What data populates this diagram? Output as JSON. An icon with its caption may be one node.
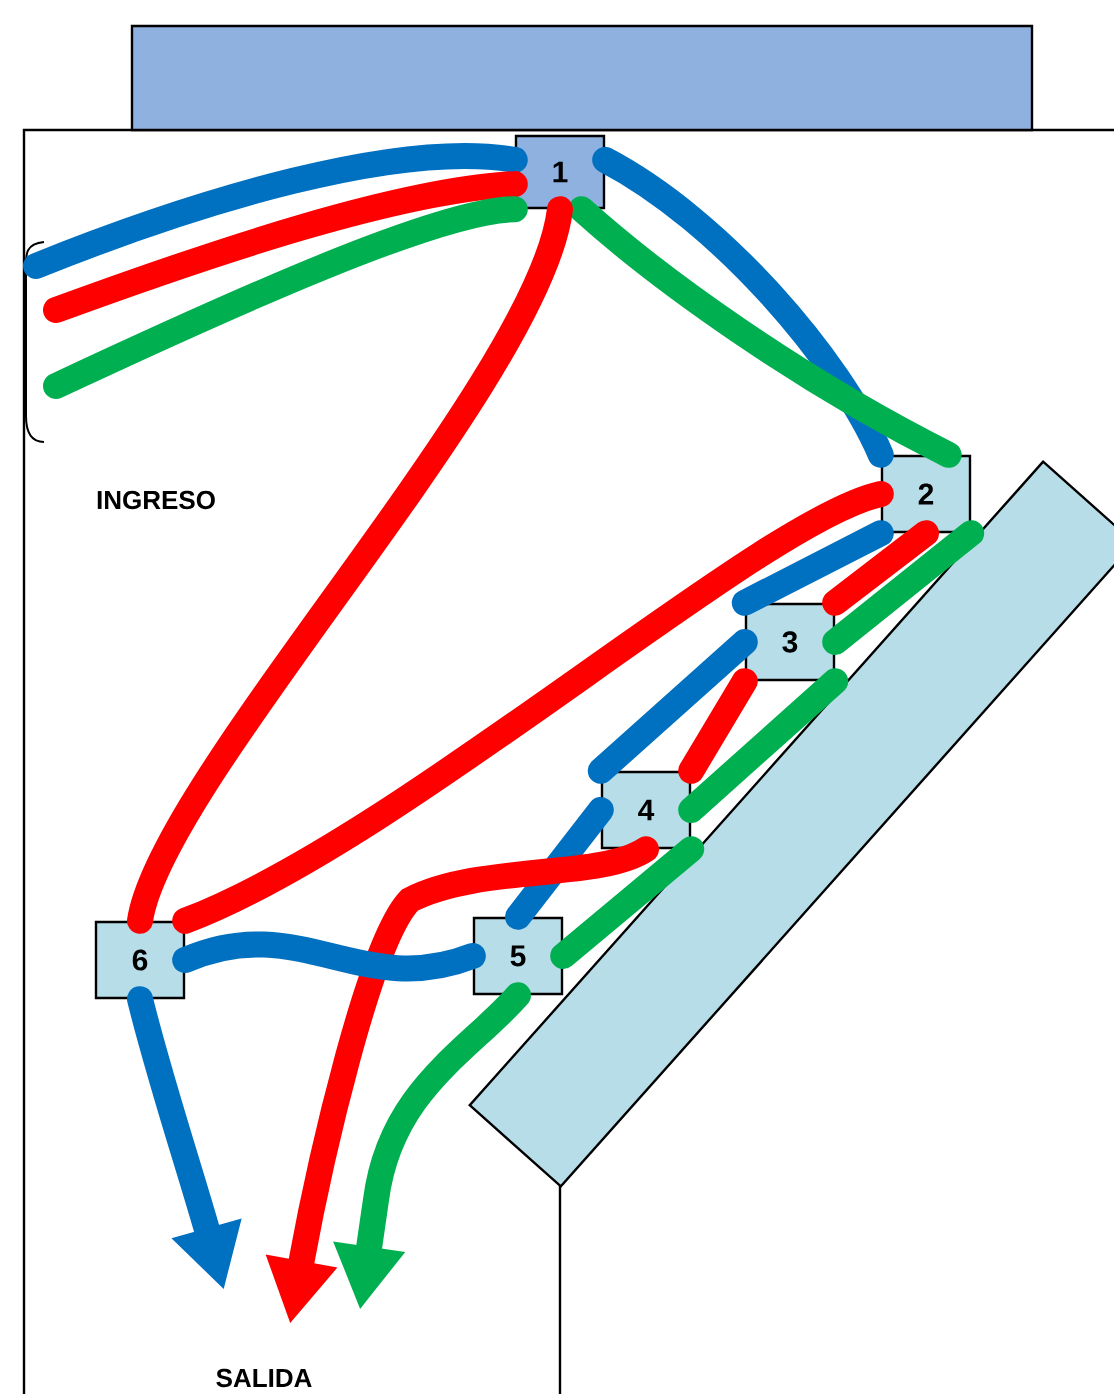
{
  "diagram": {
    "nodes": [
      {
        "text": [],
        "shape": "bar"
      },
      {
        "text": [
          "1"
        ]
      },
      {
        "text": [
          "2"
        ]
      },
      {
        "text": [
          "3"
        ]
      },
      {
        "text": [
          "4"
        ]
      },
      {
        "text": [
          "5"
        ]
      },
      {
        "text": [
          "6"
        ]
      },
      {
        "text": [],
        "shape": "bar"
      }
    ],
    "edges": [
      {
        "from": null,
        "to": 1,
        "arrow": "none",
        "color": "#0070c0"
      },
      {
        "from": null,
        "to": 1,
        "arrow": "none",
        "color": "#ff0000"
      },
      {
        "from": null,
        "to": 1,
        "arrow": "none",
        "color": "#00b050"
      },
      {
        "from": 1,
        "to": 2,
        "arrow": "none",
        "color": "#0070c0"
      },
      {
        "from": 1,
        "to": 2,
        "arrow": "none",
        "color": "#00b050"
      },
      {
        "from": 1,
        "to": 6,
        "arrow": "none",
        "color": "#ff0000"
      },
      {
        "from": 6,
        "to": 2,
        "arrow": "none",
        "color": "#ff0000"
      },
      {
        "from": 2,
        "to": 3,
        "arrow": "none",
        "color": "#0070c0"
      },
      {
        "from": 2,
        "to": 3,
        "arrow": "none",
        "color": "#ff0000"
      },
      {
        "from": 2,
        "to": 3,
        "arrow": "none",
        "color": "#00b050"
      },
      {
        "from": 3,
        "to": 4,
        "arrow": "none",
        "color": "#0070c0"
      },
      {
        "from": 3,
        "to": 4,
        "arrow": "none",
        "color": "#ff0000"
      },
      {
        "from": 3,
        "to": 4,
        "arrow": "none",
        "color": "#00b050"
      },
      {
        "from": 4,
        "to": 5,
        "arrow": "none",
        "color": "#0070c0"
      },
      {
        "from": 4,
        "to": 5,
        "arrow": "none",
        "color": "#00b050"
      },
      {
        "from": 4,
        "to": null,
        "arrow": "to",
        "color": "#ff0000"
      },
      {
        "from": 5,
        "to": 6,
        "arrow": "none",
        "color": "#0070c0"
      },
      {
        "from": 5,
        "to": null,
        "arrow": "to",
        "color": "#00b050"
      },
      {
        "from": 6,
        "to": null,
        "arrow": "to",
        "color": "#0070c0"
      }
    ],
    "labels": [
      "INGRESO",
      "SALIDA"
    ]
  }
}
